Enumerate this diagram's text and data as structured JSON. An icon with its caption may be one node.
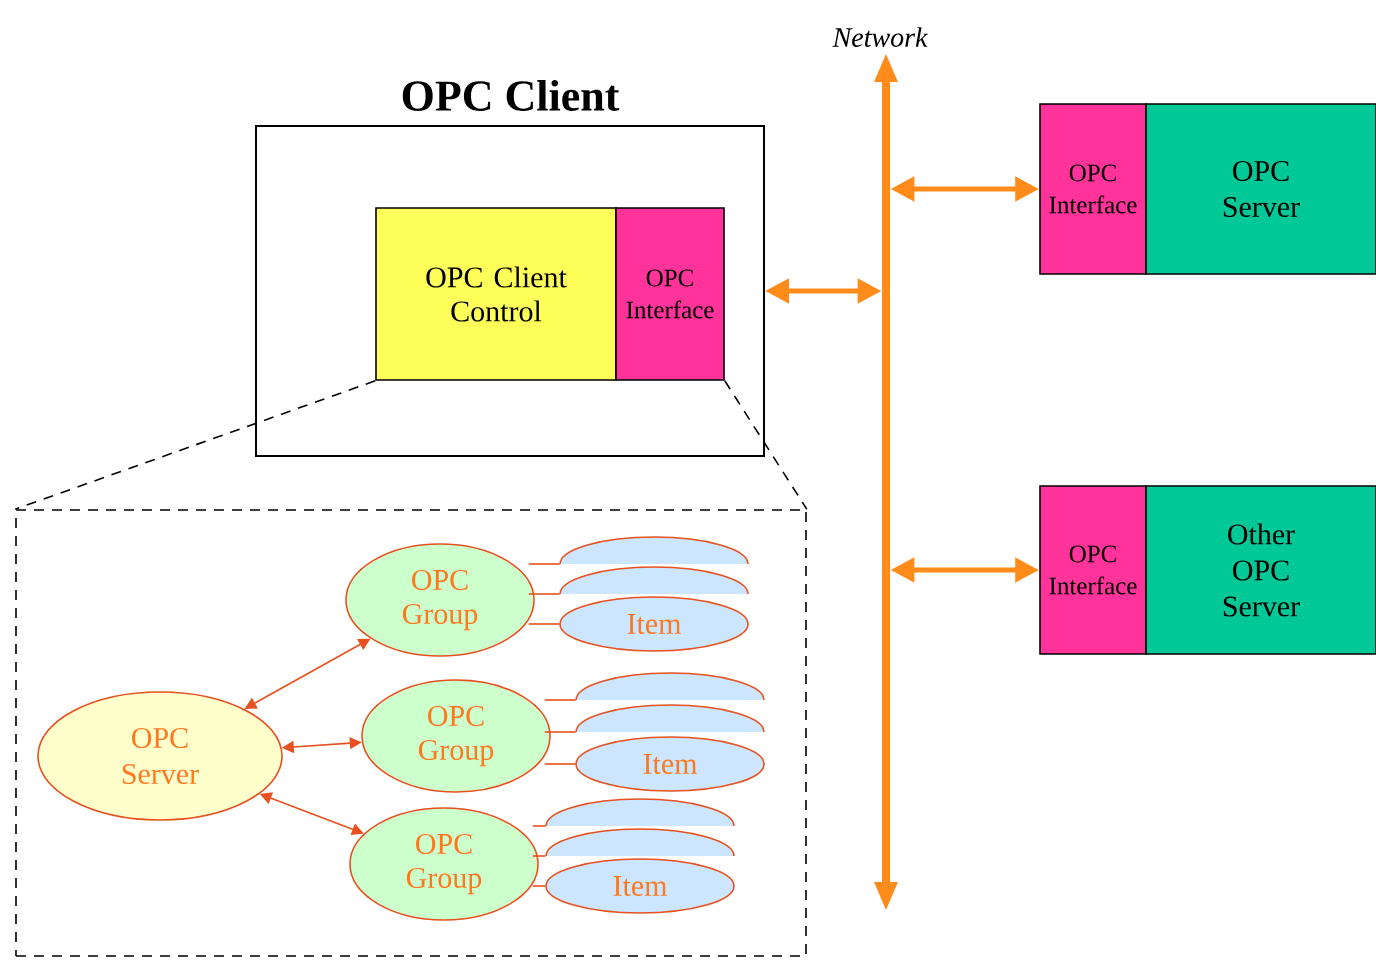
{
  "diagram": {
    "nodes": [
      {
        "text": [
          "OPC Client"
        ]
      },
      {
        "text": [
          "OPC Client Control"
        ],
        "in": 0
      },
      {
        "text": [
          "OPC Interface"
        ],
        "in": 0
      },
      {
        "text": [
          "Network"
        ]
      },
      {
        "text": [
          "OPC Interface"
        ]
      },
      {
        "text": [
          "OPC Server"
        ]
      },
      {
        "text": [
          "OPC Interface"
        ]
      },
      {
        "text": [
          "Other OPC Server"
        ]
      },
      {
        "text": [],
        "shape": "box"
      },
      {
        "text": [
          "OPC Server"
        ],
        "in": 8
      },
      {
        "text": [
          "OPC Group"
        ],
        "in": 8
      },
      {
        "text": [
          "OPC Group"
        ],
        "in": 8
      },
      {
        "text": [
          "OPC Group"
        ],
        "in": 8
      },
      {
        "text": [],
        "shape": "ellipse",
        "in": 8
      },
      {
        "text": [],
        "shape": "ellipse",
        "in": 8
      },
      {
        "text": [
          "Item"
        ],
        "in": 8
      },
      {
        "text": [],
        "shape": "ellipse",
        "in": 8
      },
      {
        "text": [],
        "shape": "ellipse",
        "in": 8
      },
      {
        "text": [
          "Item"
        ],
        "in": 8
      },
      {
        "text": [],
        "shape": "ellipse",
        "in": 8
      },
      {
        "text": [],
        "shape": "ellipse",
        "in": 8
      },
      {
        "text": [
          "Item"
        ],
        "in": 8
      }
    ],
    "edges": [
      {
        "from": 0,
        "to": 3,
        "arrow": "both",
        "style": "thick",
        "color": "#ff8c1a"
      },
      {
        "from": 3,
        "to": 4,
        "arrow": "both",
        "style": "thick",
        "color": "#ff8c1a"
      },
      {
        "from": 3,
        "to": 6,
        "arrow": "both",
        "style": "thick",
        "color": "#ff8c1a"
      },
      {
        "from": 1,
        "to": 8,
        "arrow": "none",
        "style": "dashed",
        "color": "#000000"
      },
      {
        "from": 2,
        "to": 8,
        "arrow": "none",
        "style": "dashed",
        "color": "#000000"
      },
      {
        "from": 9,
        "to": 10,
        "arrow": "both"
      },
      {
        "from": 9,
        "to": 11,
        "arrow": "both"
      },
      {
        "from": 9,
        "to": 12,
        "arrow": "both"
      },
      {
        "from": 10,
        "to": 13,
        "arrow": "none"
      },
      {
        "from": 10,
        "to": 14,
        "arrow": "none"
      },
      {
        "from": 10,
        "to": 15,
        "arrow": "none"
      },
      {
        "from": 11,
        "to": 16,
        "arrow": "none"
      },
      {
        "from": 11,
        "to": 17,
        "arrow": "none"
      },
      {
        "from": 11,
        "to": 18,
        "arrow": "none"
      },
      {
        "from": 12,
        "to": 19,
        "arrow": "none"
      },
      {
        "from": 12,
        "to": 20,
        "arrow": "none"
      },
      {
        "from": 12,
        "to": 21,
        "arrow": "none"
      }
    ]
  }
}
